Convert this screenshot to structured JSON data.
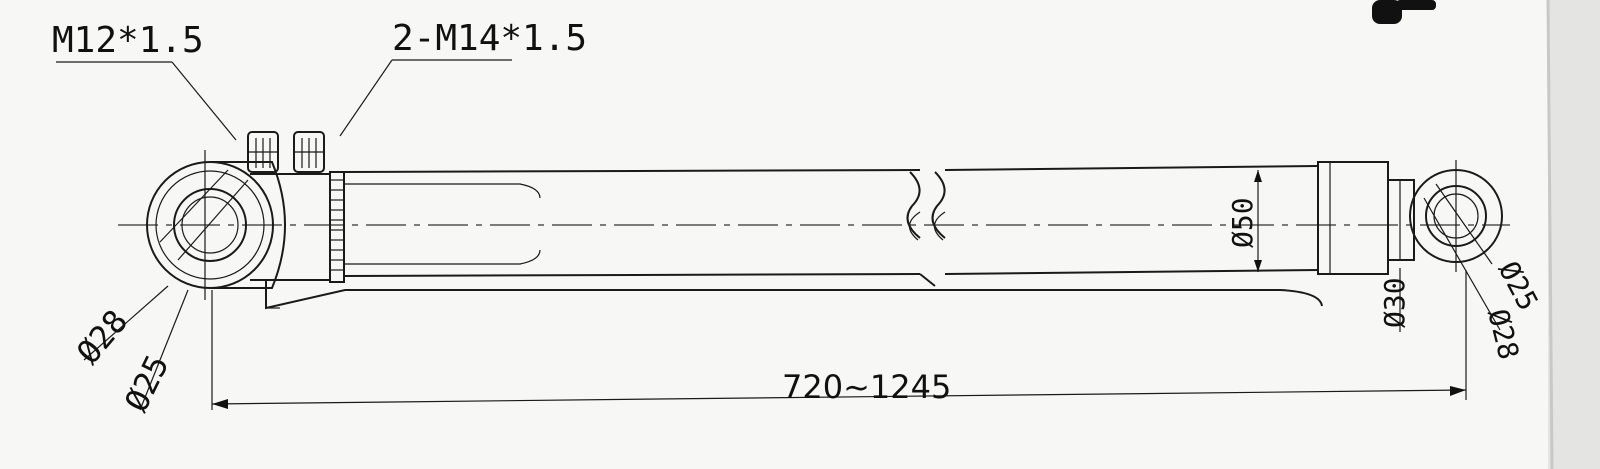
{
  "labels": {
    "port_single": "M12*1.5",
    "port_double": "2-M14*1.5",
    "left_eye_outer": "Ø28",
    "left_eye_inner": "Ø25",
    "right_eye_outer": "Ø28",
    "right_eye_inner": "Ø25",
    "barrel_dia": "Ø50",
    "rod_dia": "Ø30",
    "length_range": "720~1245"
  }
}
